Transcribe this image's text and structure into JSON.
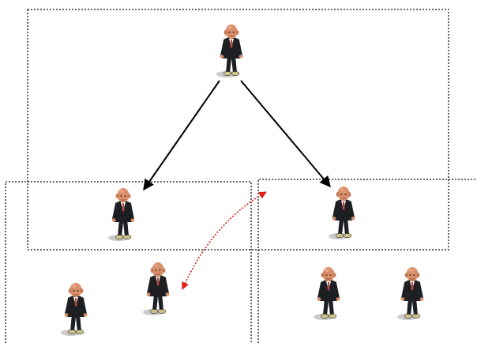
{
  "diagram": {
    "background": "#ffffff",
    "box_color": "#111111",
    "arrow_color": "#000000",
    "link_color": "#e0201a",
    "suit_color": "#1d1f22",
    "skin_color": "#d98f6a",
    "shirt_color": "#ffffff",
    "tie_color": "#b44a4a",
    "shoe_color": "#cfc28a",
    "shadow_color": "#b9b9b9"
  },
  "people": [
    {
      "id": "top-manager",
      "group": "top"
    },
    {
      "id": "middle-left-manager",
      "group": "left"
    },
    {
      "id": "middle-right-manager",
      "group": "right"
    },
    {
      "id": "left-member-1",
      "group": "left"
    },
    {
      "id": "left-member-2",
      "group": "left"
    },
    {
      "id": "right-member-1",
      "group": "right"
    },
    {
      "id": "right-member-2",
      "group": "right"
    }
  ],
  "connections": [
    {
      "from": "top-manager",
      "to": "middle-left-manager",
      "style": "solid",
      "direction": "forward"
    },
    {
      "from": "top-manager",
      "to": "middle-right-manager",
      "style": "solid",
      "direction": "forward"
    },
    {
      "from": "left-member-2",
      "to": "right-group",
      "style": "dotted",
      "direction": "both"
    }
  ]
}
